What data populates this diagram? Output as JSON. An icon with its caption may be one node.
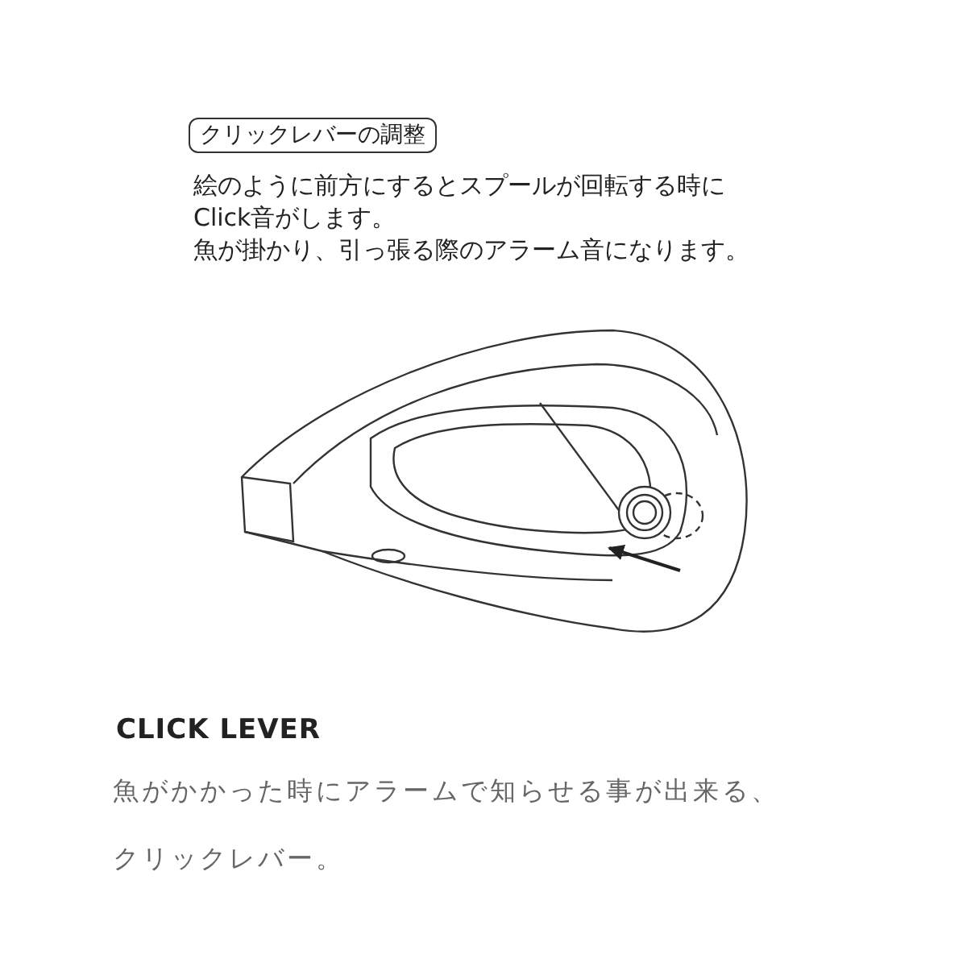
{
  "diagram": {
    "title": "CLICK LEVER",
    "nodes": [
      {
        "text": [
          "クリックレバーの調整"
        ]
      }
    ],
    "labels": [
      "絵のように前方にするとスプールが回転する時にClick音がします。",
      "魚が掛かり、引っ張る際のアラーム音になります。",
      "魚がかかった時にアラームで知らせる事が出来る、クリックレバー。"
    ]
  }
}
